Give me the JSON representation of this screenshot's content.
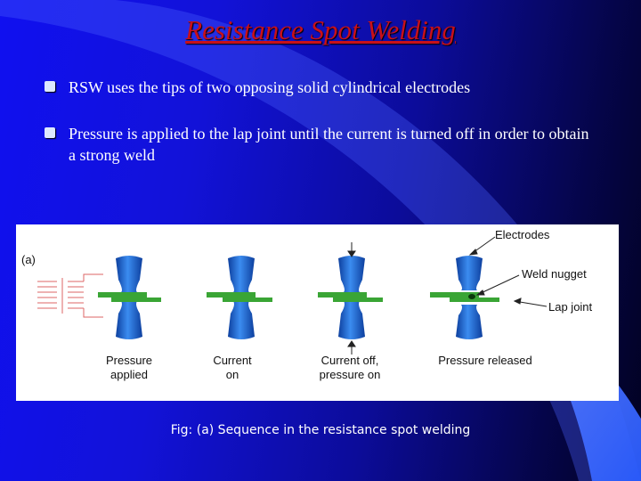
{
  "slide": {
    "title": "Resistance Spot Welding",
    "bullets": [
      "RSW uses the tips of two opposing solid cylindrical electrodes",
      "Pressure is applied to the lap joint until the current is turned off in order to obtain a strong weld"
    ]
  },
  "figure": {
    "panel_label": "(a)",
    "stages": [
      {
        "line1": "Pressure",
        "line2": "applied"
      },
      {
        "line1": "Current",
        "line2": "on"
      },
      {
        "line1": "Current   off,",
        "line2": "pressure   on"
      },
      {
        "line1": "Pressure   released",
        "line2": ""
      }
    ],
    "callouts": {
      "electrodes": "Electrodes",
      "weld_nugget": "Weld   nugget",
      "lap_joint": "Lap   joint"
    },
    "caption": "Fig: (a) Sequence in the resistance spot welding"
  },
  "colors": {
    "title": "#c8101a",
    "electrode": "#1e6fd6",
    "plate": "#3aa535"
  }
}
